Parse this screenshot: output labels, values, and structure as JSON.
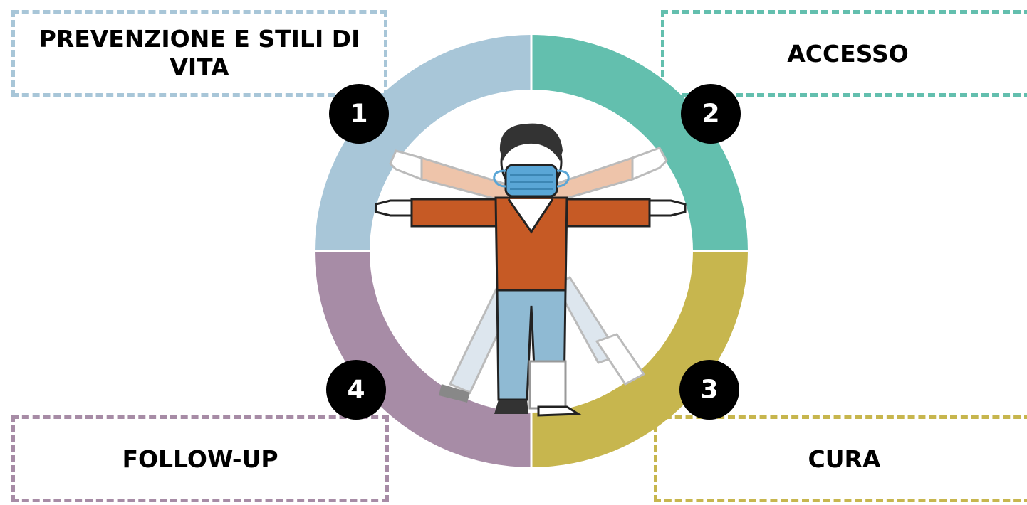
{
  "steps": [
    {
      "number": "1",
      "label": "PREVENZIONE E STILI DI VITA",
      "color": "#a8c6d8"
    },
    {
      "number": "2",
      "label": "ACCESSO",
      "color": "#63bfae"
    },
    {
      "number": "3",
      "label": "CURA",
      "color": "#c7b64e"
    },
    {
      "number": "4",
      "label": "FOLLOW-UP",
      "color": "#a78ca6"
    }
  ],
  "figure": {
    "description_icon": "person-with-face-mask-icon",
    "mask_color": "#5aa6d6",
    "shirt_color": "#c65a25",
    "trousers_color": "#8fbad3"
  }
}
